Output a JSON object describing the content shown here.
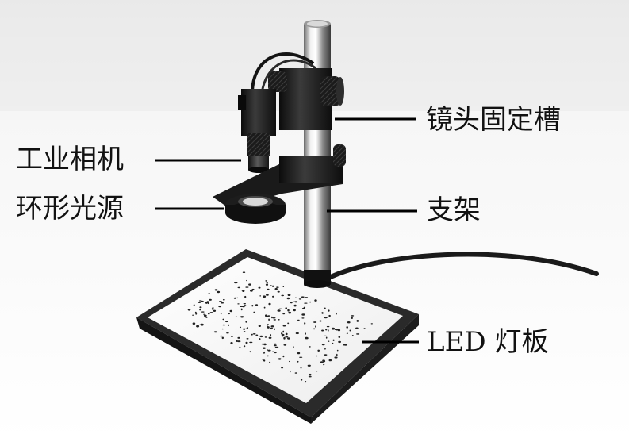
{
  "labels": {
    "lens_holder": "镜头固定槽",
    "industrial_camera": "工业相机",
    "ring_light": "环形光源",
    "stand": "支架",
    "led_panel": "LED 灯板"
  },
  "colors": {
    "background": "#ffffff",
    "metal_dark": "#1a1a1a",
    "metal_chrome": "#c9c9c9",
    "panel_light": "#f4f4f4",
    "leader_line": "#000000"
  }
}
